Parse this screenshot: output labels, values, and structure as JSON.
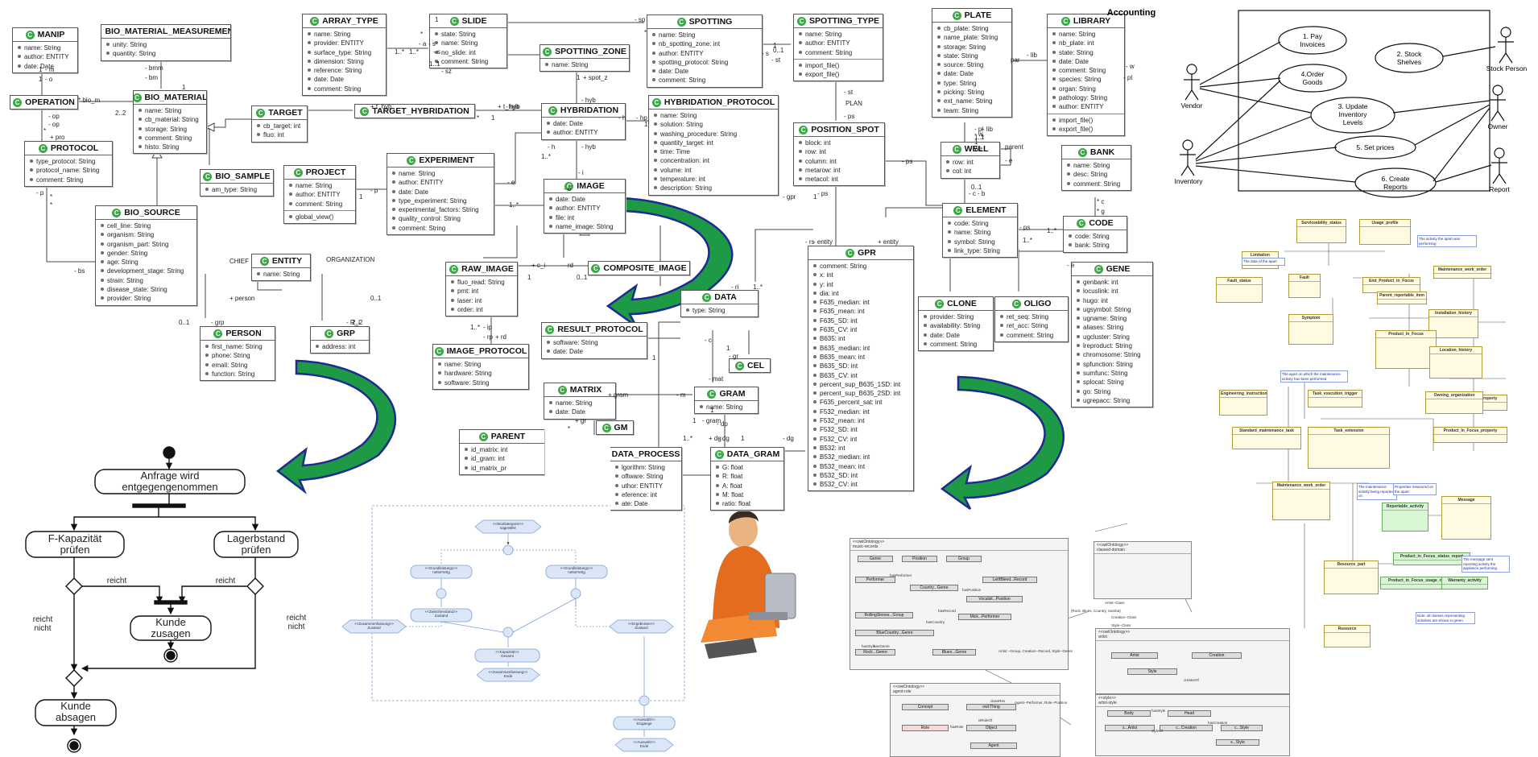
{
  "uml_classes": [
    {
      "id": "manip",
      "name": "MANIP",
      "attrs": [
        "name: String",
        "author: ENTITY",
        "date: Date"
      ],
      "ops": []
    },
    {
      "id": "bio_material_measurement",
      "name": "BIO_MATERIAL_MEASUREMENT",
      "attrs": [
        "unity: String",
        "quantity: String"
      ],
      "ops": []
    },
    {
      "id": "operation",
      "name": "OPERATION",
      "attrs": [],
      "ops": []
    },
    {
      "id": "bio_material",
      "name": "BIO_MATERIAL",
      "attrs": [
        "name: String",
        "cb_material: String",
        "storage: String",
        "comment: String",
        "histo: String"
      ],
      "ops": []
    },
    {
      "id": "protocol",
      "name": "PROTOCOL",
      "attrs": [
        "type_protocol: String",
        "protocol_name: String",
        "comment: String"
      ],
      "ops": []
    },
    {
      "id": "bio_sample",
      "name": "BIO_SAMPLE",
      "attrs": [
        "am_type: String"
      ],
      "ops": []
    },
    {
      "id": "bio_source",
      "name": "BIO_SOURCE",
      "attrs": [
        "cell_line: String",
        "organism: String",
        "organism_part: String",
        "gender: String",
        "age: String",
        "development_stage: String",
        "strain: String",
        "disease_state: String",
        "provider: String"
      ],
      "ops": []
    },
    {
      "id": "array_type",
      "name": "ARRAY_TYPE",
      "attrs": [
        "name: String",
        "provider: ENTITY",
        "surface_type: String",
        "dimension: String",
        "reference: String",
        "date: Date",
        "comment: String"
      ],
      "ops": []
    },
    {
      "id": "slide",
      "name": "SLIDE",
      "attrs": [
        "state: String",
        "name: String",
        "no_slide: int",
        "comment: String"
      ],
      "ops": []
    },
    {
      "id": "spotting_zone",
      "name": "SPOTTING_ZONE",
      "attrs": [
        "name: String"
      ],
      "ops": []
    },
    {
      "id": "spotting",
      "name": "SPOTTING",
      "attrs": [
        "name: String",
        "nb_spotting_zone: int",
        "author: ENTITY",
        "spotting_protocol: String",
        "date: Date",
        "comment: String"
      ],
      "ops": []
    },
    {
      "id": "spotting_type",
      "name": "SPOTTING_TYPE",
      "attrs": [
        "name: String",
        "author: ENTITY",
        "comment: String"
      ],
      "ops": [
        "import_file()",
        "export_file()"
      ]
    },
    {
      "id": "plate",
      "name": "PLATE",
      "attrs": [
        "cb_plate: String",
        "name_plate: String",
        "storage: String",
        "state: String",
        "source: String",
        "date: Date",
        "type: String",
        "picking: String",
        "ext_name: String",
        "team: String"
      ],
      "ops": []
    },
    {
      "id": "library",
      "name": "LIBRARY",
      "attrs": [
        "name: String",
        "nb_plate: int",
        "state: String",
        "date: Date",
        "comment: String",
        "species: String",
        "organ: String",
        "pathology: String",
        "author: ENTITY"
      ],
      "ops": [
        "import_file()",
        "export_file()"
      ]
    },
    {
      "id": "target",
      "name": "TARGET",
      "attrs": [
        "cb_target: int",
        "fluo: int"
      ],
      "ops": []
    },
    {
      "id": "target_hybridation",
      "name": "TARGET_HYBRIDATION",
      "attrs": [],
      "ops": []
    },
    {
      "id": "hybridation",
      "name": "HYBRIDATION",
      "attrs": [
        "date: Date",
        "author: ENTITY"
      ],
      "ops": []
    },
    {
      "id": "hybridation_protocol",
      "name": "HYBRIDATION_PROTOCOL",
      "attrs": [
        "name: String",
        "solution: String",
        "washing_procedure: String",
        "quantity_target: int",
        "time: Time",
        "concentration: int",
        "volume: int",
        "temperature: int",
        "description: String"
      ],
      "ops": []
    },
    {
      "id": "position_spot",
      "name": "POSITION_SPOT",
      "attrs": [
        "block: int",
        "row: int",
        "column: int",
        "metarow: int",
        "metacol: int"
      ],
      "ops": []
    },
    {
      "id": "well",
      "name": "WELL",
      "attrs": [
        "row: int",
        "col: int"
      ],
      "ops": []
    },
    {
      "id": "bank",
      "name": "BANK",
      "attrs": [
        "name: String",
        "desc: String",
        "comment: String"
      ],
      "ops": []
    },
    {
      "id": "project",
      "name": "PROJECT",
      "attrs": [
        "name: String",
        "author: ENTITY",
        "comment: String"
      ],
      "ops": [
        "global_view()"
      ]
    },
    {
      "id": "experiment",
      "name": "EXPERIMENT",
      "attrs": [
        "name: String",
        "author: ENTITY",
        "date: Date",
        "type_experiment: String",
        "experimental_factors: String",
        "quality_control: String",
        "comment: String"
      ],
      "ops": []
    },
    {
      "id": "image",
      "name": "IMAGE",
      "attrs": [
        "date: Date",
        "author: ENTITY",
        "file: int",
        "name_image: String"
      ],
      "ops": []
    },
    {
      "id": "element",
      "name": "ELEMENT",
      "attrs": [
        "code: String",
        "name: String",
        "symbol: String",
        "link_type: String"
      ],
      "ops": []
    },
    {
      "id": "code",
      "name": "CODE",
      "attrs": [
        "code: String",
        "bank: String"
      ],
      "ops": []
    },
    {
      "id": "entity",
      "name": "ENTITY",
      "attrs": [
        "name: String"
      ],
      "ops": []
    },
    {
      "id": "raw_image",
      "name": "RAW_IMAGE",
      "attrs": [
        "fluo_read: String",
        "pmt: int",
        "laser: int",
        "order: int"
      ],
      "ops": []
    },
    {
      "id": "composite_image",
      "name": "COMPOSITE_IMAGE",
      "attrs": [],
      "ops": []
    },
    {
      "id": "gpr",
      "name": "GPR",
      "attrs": [
        "comment: String",
        "x: int",
        "y: int",
        "dia: int",
        "F635_median: int",
        "F635_mean: int",
        "F635_SD: int",
        "F635_CV: int",
        "B635: int",
        "B635_median: int",
        "B635_mean: int",
        "B635_SD: int",
        "B635_CV: int",
        "percent_sup_B635_1SD: int",
        "percent_sup_B635_2SD: int",
        "F635_percent_sat: int",
        "F532_median: int",
        "F532_mean: int",
        "F532_SD: int",
        "F532_CV: int",
        "B532: int",
        "B532_median: int",
        "B532_mean: int",
        "B532_SD: int",
        "B532_CV: int"
      ],
      "ops": []
    },
    {
      "id": "gene",
      "name": "GENE",
      "attrs": [
        "genbank: int",
        "locuslink: int",
        "hugo: int",
        "ugsymbol: String",
        "ugname: String",
        "aliases: String",
        "ugcluster: String",
        "lreproduct: String",
        "chromosome: String",
        "spfunction: String",
        "sumfunc: String",
        "splocat: String",
        "go: String",
        "ugrepacc: String"
      ],
      "ops": []
    },
    {
      "id": "person",
      "name": "PERSON",
      "attrs": [
        "first_name: String",
        "phone: String",
        "email: String",
        "function: String"
      ],
      "ops": []
    },
    {
      "id": "grp",
      "name": "GRP",
      "attrs": [
        "address: int"
      ],
      "ops": []
    },
    {
      "id": "data",
      "name": "DATA",
      "attrs": [
        "type: String"
      ],
      "ops": []
    },
    {
      "id": "result_protocol",
      "name": "RESULT_PROTOCOL",
      "attrs": [
        "software: String",
        "date: Date"
      ],
      "ops": []
    },
    {
      "id": "clone",
      "name": "CLONE",
      "attrs": [
        "provider: String",
        "availability: String",
        "date: Date",
        "comment: String"
      ],
      "ops": []
    },
    {
      "id": "oligo",
      "name": "OLIGO",
      "attrs": [
        "ret_seq: String",
        "ret_acc: String",
        "comment: String"
      ],
      "ops": []
    },
    {
      "id": "image_protocol",
      "name": "IMAGE_PROTOCOL",
      "attrs": [
        "name: String",
        "hardware: String",
        "software: String"
      ],
      "ops": []
    },
    {
      "id": "cel",
      "name": "CEL",
      "attrs": [],
      "ops": []
    },
    {
      "id": "matrix",
      "name": "MATRIX",
      "attrs": [
        "name: String",
        "date: Date"
      ],
      "ops": []
    },
    {
      "id": "gram",
      "name": "GRAM",
      "attrs": [
        "name: String"
      ],
      "ops": []
    },
    {
      "id": "gm",
      "name": "GM",
      "attrs": [],
      "ops": []
    },
    {
      "id": "parent",
      "name": "PARENT",
      "attrs": [
        "id_matrix: int",
        "id_gram: int",
        "id_matrix_pr"
      ],
      "ops": []
    },
    {
      "id": "data_process",
      "name": "DATA_PROCESS",
      "attrs": [
        "lgorithm: String",
        "oftware: String",
        "uthor: ENTITY",
        "eference: int",
        "ate: Date"
      ],
      "ops": []
    },
    {
      "id": "data_gram",
      "name": "DATA_GRAM",
      "attrs": [
        "G: float",
        "R: float",
        "A: float",
        "M: float",
        "ratio: float"
      ],
      "ops": []
    }
  ],
  "multiplicity_labels": [
    "1",
    "- m",
    "1",
    "- o",
    "- op",
    "* bio_m",
    "2..2",
    "+ pro",
    "- op",
    "*",
    "*",
    "- bmm",
    "- bm",
    "1",
    "- p",
    "*",
    "- bs",
    "1..*",
    "1..*",
    "- a",
    "- s",
    "1",
    "*",
    "- s",
    "1..*",
    "1",
    "- sz",
    "- sp",
    "*",
    "1",
    "- s",
    "- st",
    "0..1",
    "1",
    "+ spot_z",
    "- hyb",
    "+ t_hyb",
    "+ t_hyb",
    "- hyb",
    "1",
    "*",
    "- h",
    "- hp",
    "1",
    "- h",
    "1..*",
    "- hyb",
    "- e",
    "1..*",
    "- i",
    "- e",
    "- p",
    "1",
    "- st",
    "PLAN",
    "- ps",
    "- ps",
    "- pl",
    "+ lib",
    "1..*",
    "1",
    "par",
    "- lib",
    "- w",
    "- pl",
    "- w",
    "1",
    "- we",
    "parent",
    "- e",
    "0..1",
    "- b",
    "- c",
    "* c",
    "* g",
    "1..*",
    "- e",
    "- ps",
    "1..*",
    "- ps",
    "- gpr",
    "1",
    "- rs",
    "- entity",
    "+ entity",
    "CHIEF",
    "ORGANIZATION",
    "+ person",
    "0..1",
    "0..1",
    "- grp",
    "- R_i",
    "2..2",
    "+ c_i",
    "1",
    "- rd",
    "0..1",
    "- ri",
    "1..*",
    "1..*",
    "- ip",
    "- rp",
    "+ rd",
    "1",
    "- c",
    "1",
    "- gr",
    "- mat",
    "+ gram",
    "- m",
    "*",
    "+ gr",
    "1",
    "- gram",
    "1",
    "- dp",
    "1..*",
    "+ dg",
    "- dg",
    "1",
    "- dg"
  ],
  "activity_diagram": {
    "nodes": [
      "Anfrage wird\nentgegengenommen",
      "F-Kapazität\nprüfen",
      "Lagerbstand\nprüfen",
      "Kunde\nzusagen",
      "Kunde\nabsagen"
    ],
    "edge_labels": [
      "reicht",
      "reicht",
      "reicht\nnicht",
      "reicht\nnicht"
    ]
  },
  "use_case": {
    "title": "Accounting",
    "use_cases": [
      "1. Pay\nInvoices",
      "2. Stock\nShelves",
      "4.Order\nGoods",
      "3. Update\nInventory\nLevels",
      "5. Set prices",
      "6. Create\nReports"
    ],
    "actors": [
      "Vendor",
      "Stock Person",
      "Owner",
      "Inventory",
      "Report"
    ]
  },
  "maintenance_diagram": {
    "classes": [
      "Serviceability_status",
      "Usage_profile",
      "Limitation",
      "Fault",
      "End_Product_in_Focus",
      "Maintenance_work_order",
      "Fault_status",
      "Parent_reportable_item",
      "Symptom",
      "Installation_history",
      "Product_In_Focus",
      "Product_In_Focus_property",
      "Location_history",
      "Owning_organization",
      "Engineering_instruction",
      "Task_execution_trigger",
      "Standard_maintenance_task",
      "Task_extension",
      "Product_In_Focus_property",
      "Maintenance_work_order",
      "Reportable_activity",
      "Message",
      "Resource_part",
      "Resource",
      "Product_in_Focus_status_report",
      "Product_in_Focus_usage_report",
      "Warranty_activity"
    ],
    "notes": [
      "The data of the apart",
      "The activity the apart was performing",
      "The apart on which the maintenance activity has been performed",
      "The maintenance activity being reported on",
      "Properties measured on the apart",
      "The message sent reporting activity the appliance performing",
      "Note: all classes representing activities are shown in green"
    ]
  },
  "business_process": {
    "nodes": [
      "<<Wortkategorie>>\nsagenBNr",
      "<<Grundleistungs>>\nnettoFertig",
      "<<Zwischenstand>>\nZustand",
      "<<Grundleistungs>>\nnettoFertig",
      "<<Zusammenfassung>>\nZustand",
      "<<Ergebnisse>>\nZustand",
      "<<Kapazität>>\nGesamt",
      "<<Zusammenfassung>>\nEnde",
      "<<Auswahl>>\nEingänge",
      "<<Auswahl>>\nEnde"
    ]
  },
  "ontology_diagram": {
    "packages": [
      "<<owlOntology>>\nmusic-records",
      "<<owlOntology>>\nclassed-domain",
      "<<owlOntology>>\nartist",
      "<<owlOntology>>\nagent-role",
      "<<style>>\nartist-style"
    ],
    "classes": [
      "Genre",
      "Position",
      "Group",
      "Performer",
      "Country...Genre",
      "LetItBleed...Record",
      "Vocalist...Position",
      "RollingStones...Group",
      "BlueCountry...Genre",
      "Mick...Performer",
      "Rock...Genre",
      "Blues...Genre",
      "Concept",
      "owl:Thing",
      "Role",
      "Object",
      "Agent",
      "Artist",
      "Creation",
      "Style",
      "Body",
      "Head",
      "s...Artist",
      "c...Creation",
      "s...Style",
      "c...Style"
    ],
    "labels": [
      "hasPerformer",
      "hasRecord",
      "hasStyle",
      "hasGenre",
      "hasCountry",
      "hasPosition",
      "Artist --Group, Creation--Record, Style--Genre",
      "Agent--Performer, Role--Position",
      "{Rock, Blues, Country, Samba}",
      "Artist--Class",
      "Creation--Class",
      "Style--Class",
      "hasRole",
      "classRes",
      "isRoleOf",
      "creatorOf",
      "styleOf",
      "hasStyle",
      "hasCreation"
    ]
  },
  "palette": {
    "uml_icon": "#39a845",
    "arrow_green": "#1e9a46",
    "arrow_border": "#1c2a92",
    "maint_box": "#fffbe3",
    "maint_green": "#d8f5d4",
    "bp_node": "#dbe6f6"
  }
}
